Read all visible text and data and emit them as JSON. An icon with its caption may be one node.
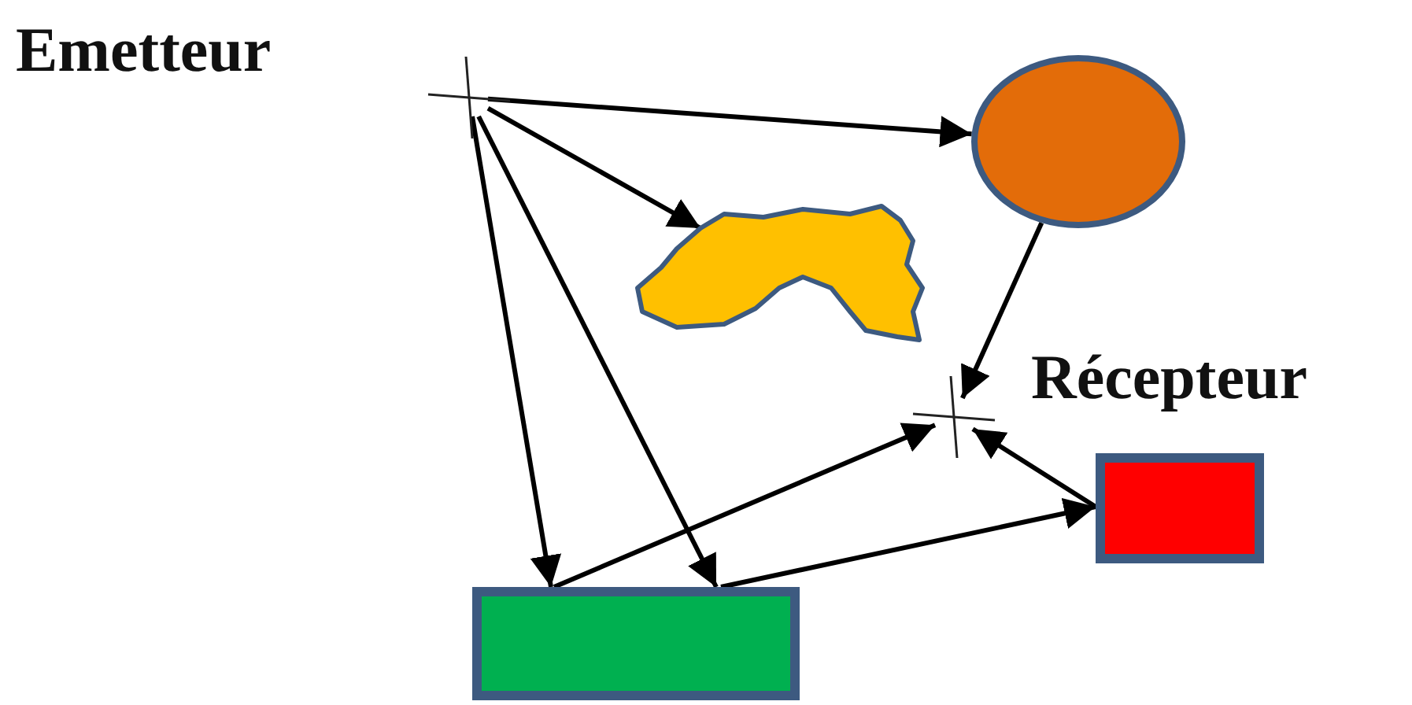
{
  "diagram": {
    "nodes": [
      {
        "text": [],
        "shape": "cross",
        "beside": [
          "Emetteur"
        ]
      },
      {
        "text": [],
        "shape": "ellipse"
      },
      {
        "text": [],
        "shape": "cloud"
      },
      {
        "text": [],
        "shape": "cross",
        "beside": [
          "Récepteur"
        ]
      },
      {
        "text": [],
        "shape": "box"
      },
      {
        "text": [],
        "shape": "box"
      }
    ],
    "edges": [
      {
        "from": 0,
        "to": 1,
        "arrow": "to"
      },
      {
        "from": 0,
        "to": 2,
        "arrow": "to"
      },
      {
        "from": 0,
        "to": 5,
        "arrow": "to"
      },
      {
        "from": 0,
        "to": 5,
        "arrow": "to"
      },
      {
        "from": 1,
        "to": 3,
        "arrow": "to"
      },
      {
        "from": 5,
        "to": 3,
        "arrow": "to"
      },
      {
        "from": 5,
        "to": 4,
        "arrow": "to"
      },
      {
        "from": 4,
        "to": 3,
        "arrow": "to"
      }
    ]
  }
}
